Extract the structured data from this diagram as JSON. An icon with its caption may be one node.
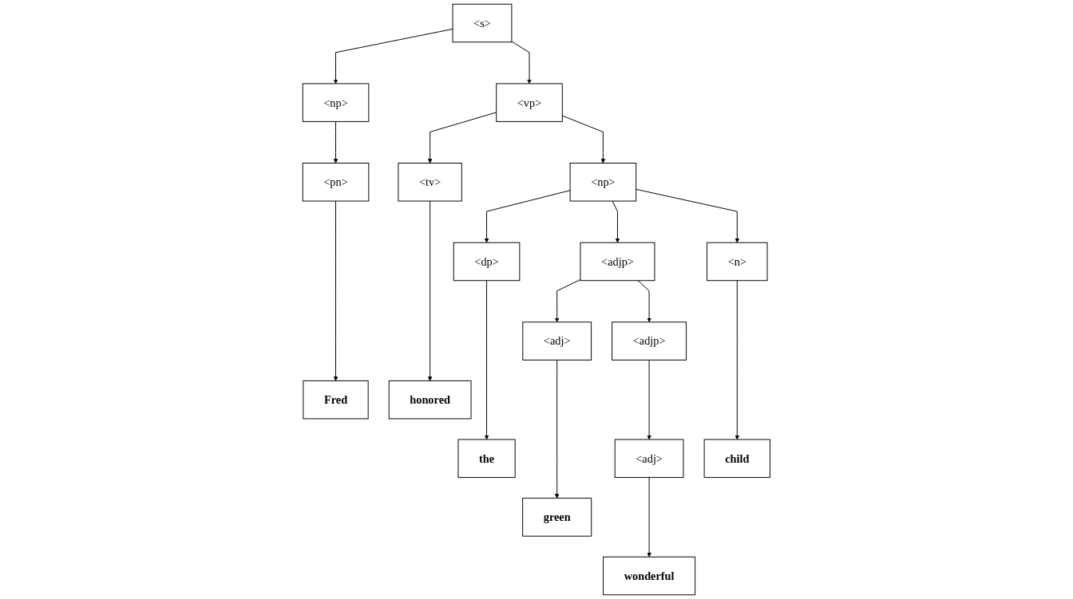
{
  "diagram": {
    "nodes": [
      {
        "text": [
          "<s>"
        ]
      },
      {
        "text": [
          "<np>"
        ]
      },
      {
        "text": [
          "<vp>"
        ]
      },
      {
        "text": [
          "<pn>"
        ]
      },
      {
        "text": [
          "<tv>"
        ]
      },
      {
        "text": [
          "<np>"
        ]
      },
      {
        "text": [
          "<dp>"
        ]
      },
      {
        "text": [
          "<adjp>"
        ]
      },
      {
        "text": [
          "<n>"
        ]
      },
      {
        "text": [
          "<adj>"
        ]
      },
      {
        "text": [
          "<adjp>"
        ]
      },
      {
        "text": [
          "<adj>"
        ]
      },
      {
        "text": [
          "Fred"
        ]
      },
      {
        "text": [
          "honored"
        ]
      },
      {
        "text": [
          "the"
        ]
      },
      {
        "text": [
          "green"
        ]
      },
      {
        "text": [
          "wonderful"
        ]
      },
      {
        "text": [
          "child"
        ]
      }
    ],
    "edges": [
      {
        "from": 0,
        "to": 1,
        "arrow": "to"
      },
      {
        "from": 0,
        "to": 2,
        "arrow": "to"
      },
      {
        "from": 1,
        "to": 3,
        "arrow": "to"
      },
      {
        "from": 2,
        "to": 4,
        "arrow": "to"
      },
      {
        "from": 2,
        "to": 5,
        "arrow": "to"
      },
      {
        "from": 3,
        "to": 12,
        "arrow": "to"
      },
      {
        "from": 4,
        "to": 13,
        "arrow": "to"
      },
      {
        "from": 5,
        "to": 6,
        "arrow": "to"
      },
      {
        "from": 5,
        "to": 7,
        "arrow": "to"
      },
      {
        "from": 5,
        "to": 8,
        "arrow": "to"
      },
      {
        "from": 6,
        "to": 14,
        "arrow": "to"
      },
      {
        "from": 7,
        "to": 9,
        "arrow": "to"
      },
      {
        "from": 7,
        "to": 10,
        "arrow": "to"
      },
      {
        "from": 9,
        "to": 15,
        "arrow": "to"
      },
      {
        "from": 10,
        "to": 11,
        "arrow": "to"
      },
      {
        "from": 11,
        "to": 16,
        "arrow": "to"
      },
      {
        "from": 8,
        "to": 17,
        "arrow": "to"
      }
    ]
  }
}
